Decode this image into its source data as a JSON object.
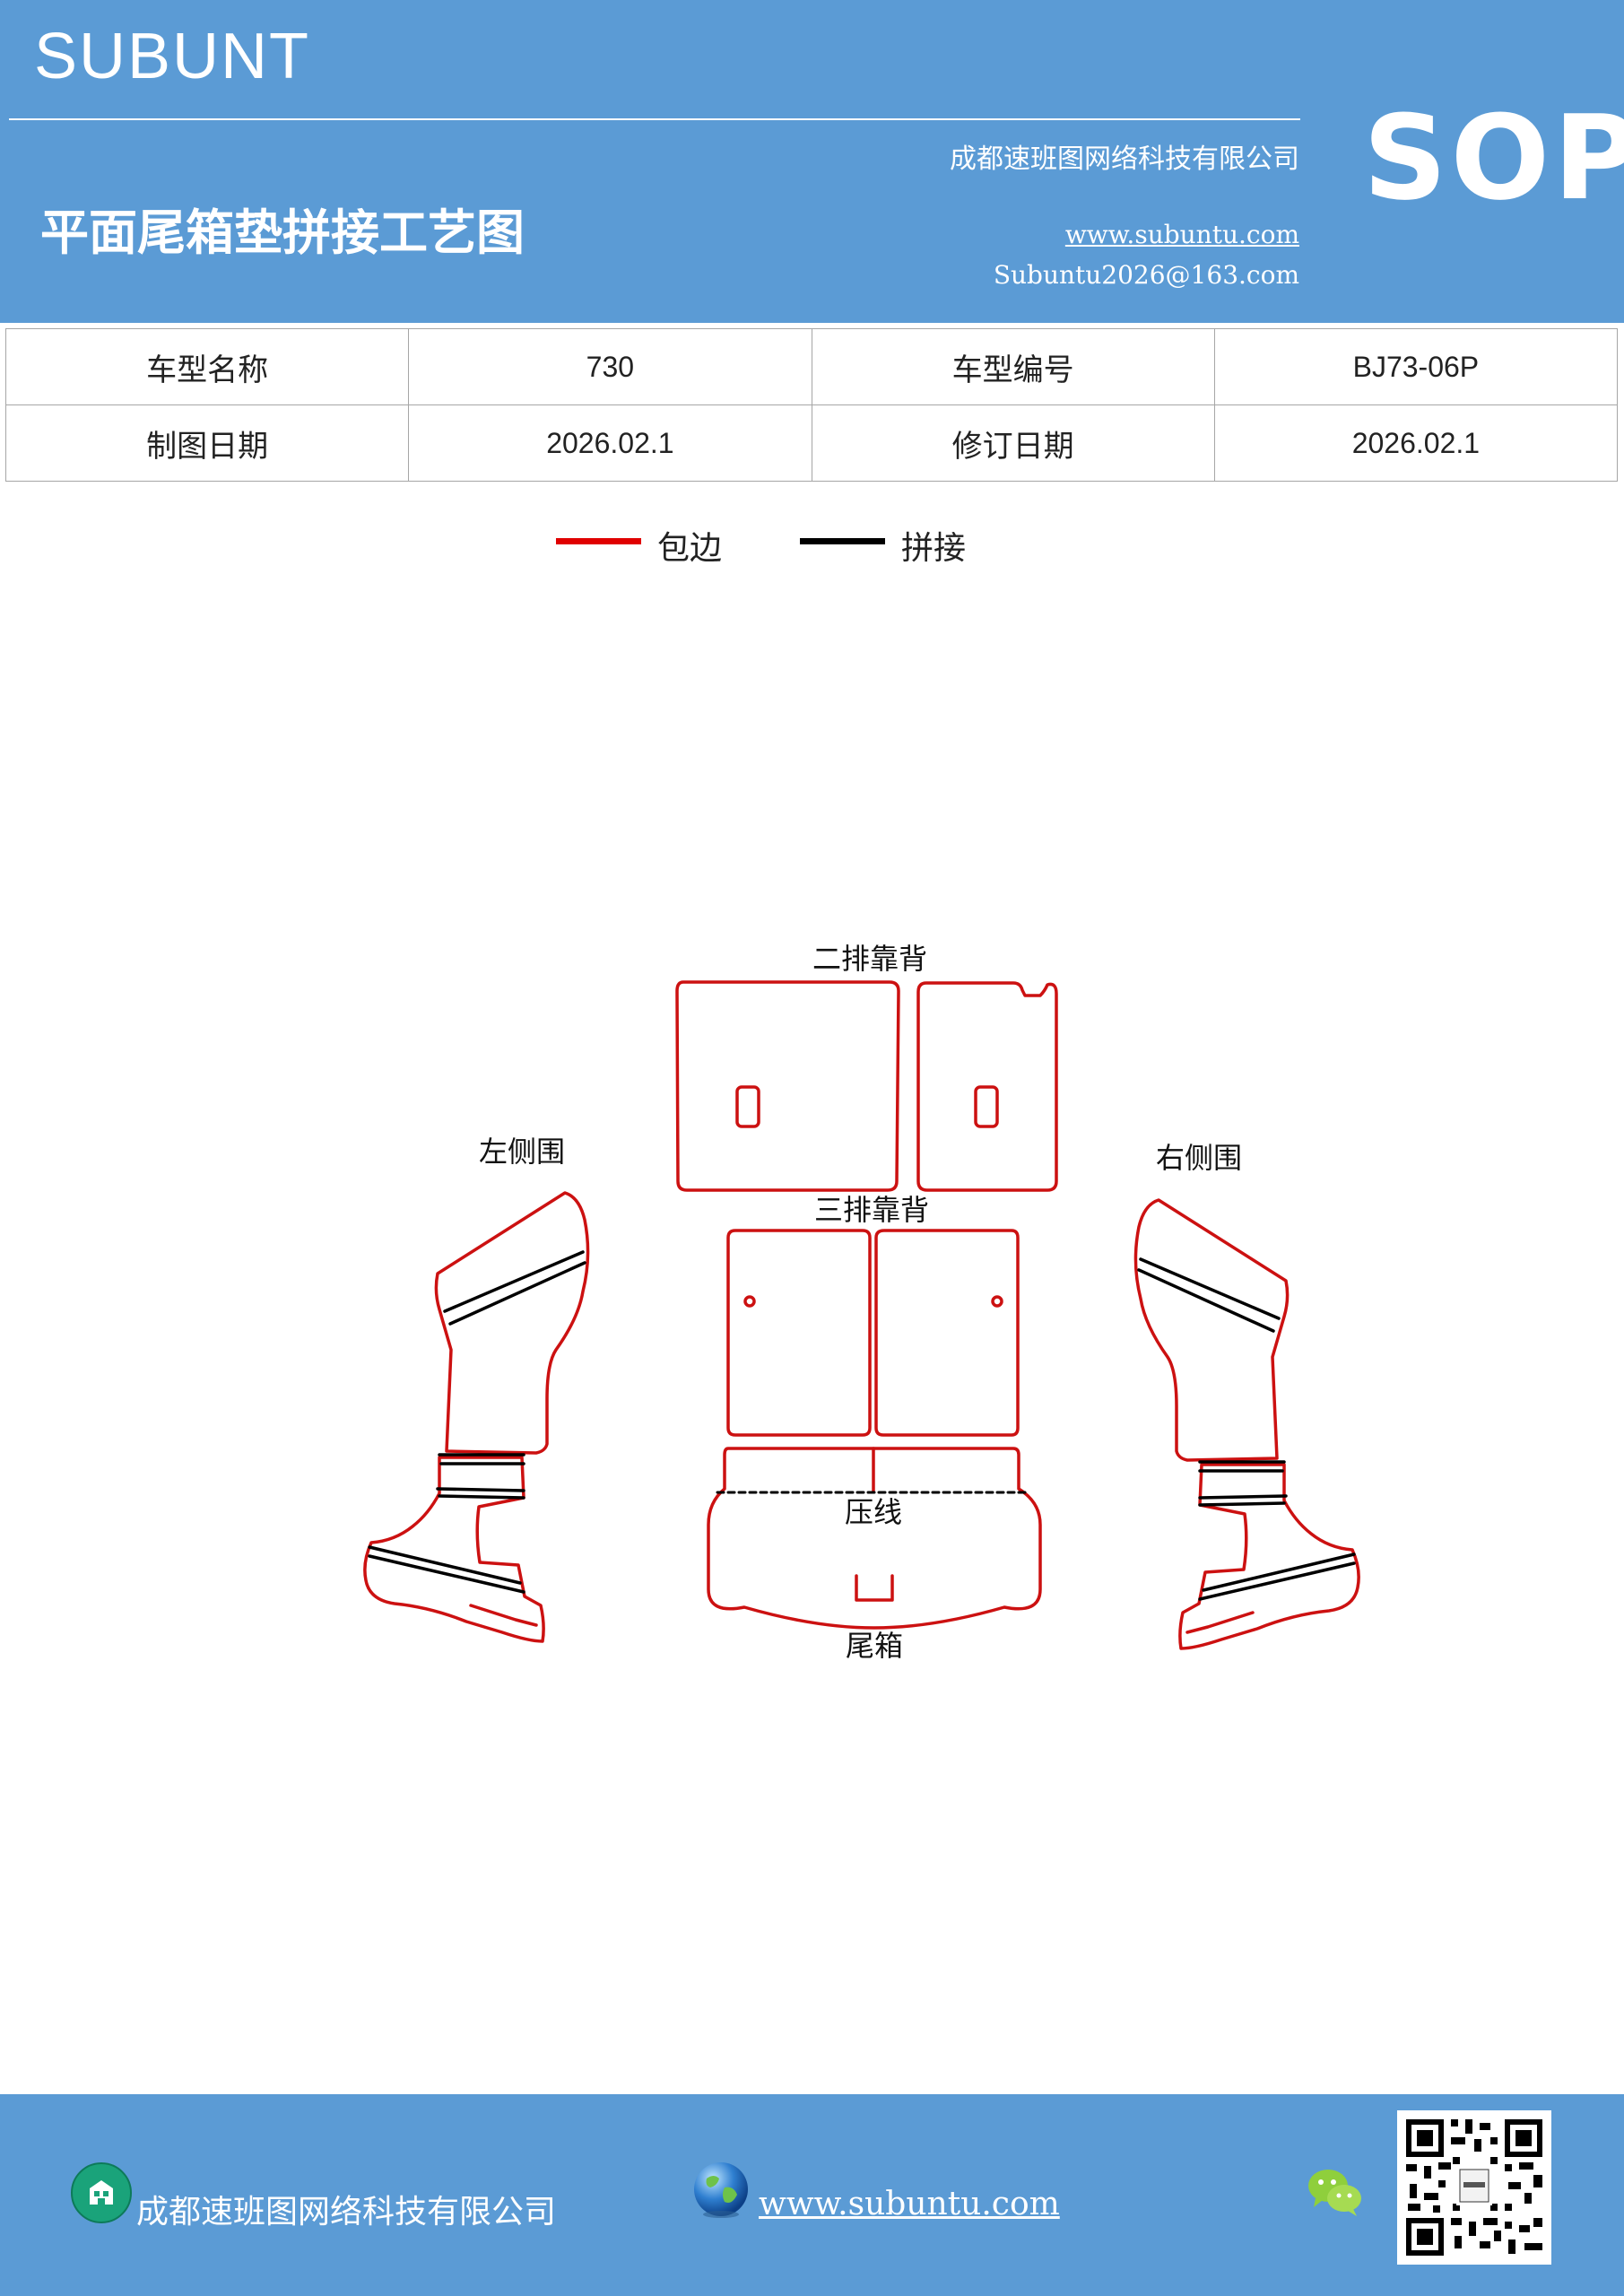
{
  "header": {
    "brand": "SUBUNT",
    "company": "成都速班图网络科技有限公司",
    "title": "平面尾箱垫拼接工艺图",
    "website": "www.subuntu.com",
    "email": "Subuntu2026@163.com",
    "badge": "SOP"
  },
  "info_table": {
    "rows": [
      [
        {
          "label": "车型名称"
        },
        {
          "value": "730"
        },
        {
          "label": "车型编号"
        },
        {
          "value": "BJ73-06P"
        }
      ],
      [
        {
          "label": "制图日期"
        },
        {
          "value": "2026.02.1"
        },
        {
          "label": "修订日期"
        },
        {
          "value": "2026.02.1"
        }
      ]
    ]
  },
  "legend": {
    "items": [
      {
        "label": "包边",
        "color": "#e00000"
      },
      {
        "label": "拼接",
        "color": "#000000"
      }
    ]
  },
  "diagram": {
    "labels": {
      "second_row_back": "二排靠背",
      "third_row_back": "三排靠背",
      "left_side": "左侧围",
      "right_side": "右侧围",
      "press_line": "压线",
      "trunk": "尾箱"
    },
    "colors": {
      "edge": "#cc1111",
      "seam": "#000000"
    }
  },
  "footer": {
    "company": "成都速班图网络科技有限公司",
    "website": "www.subuntu.com"
  }
}
